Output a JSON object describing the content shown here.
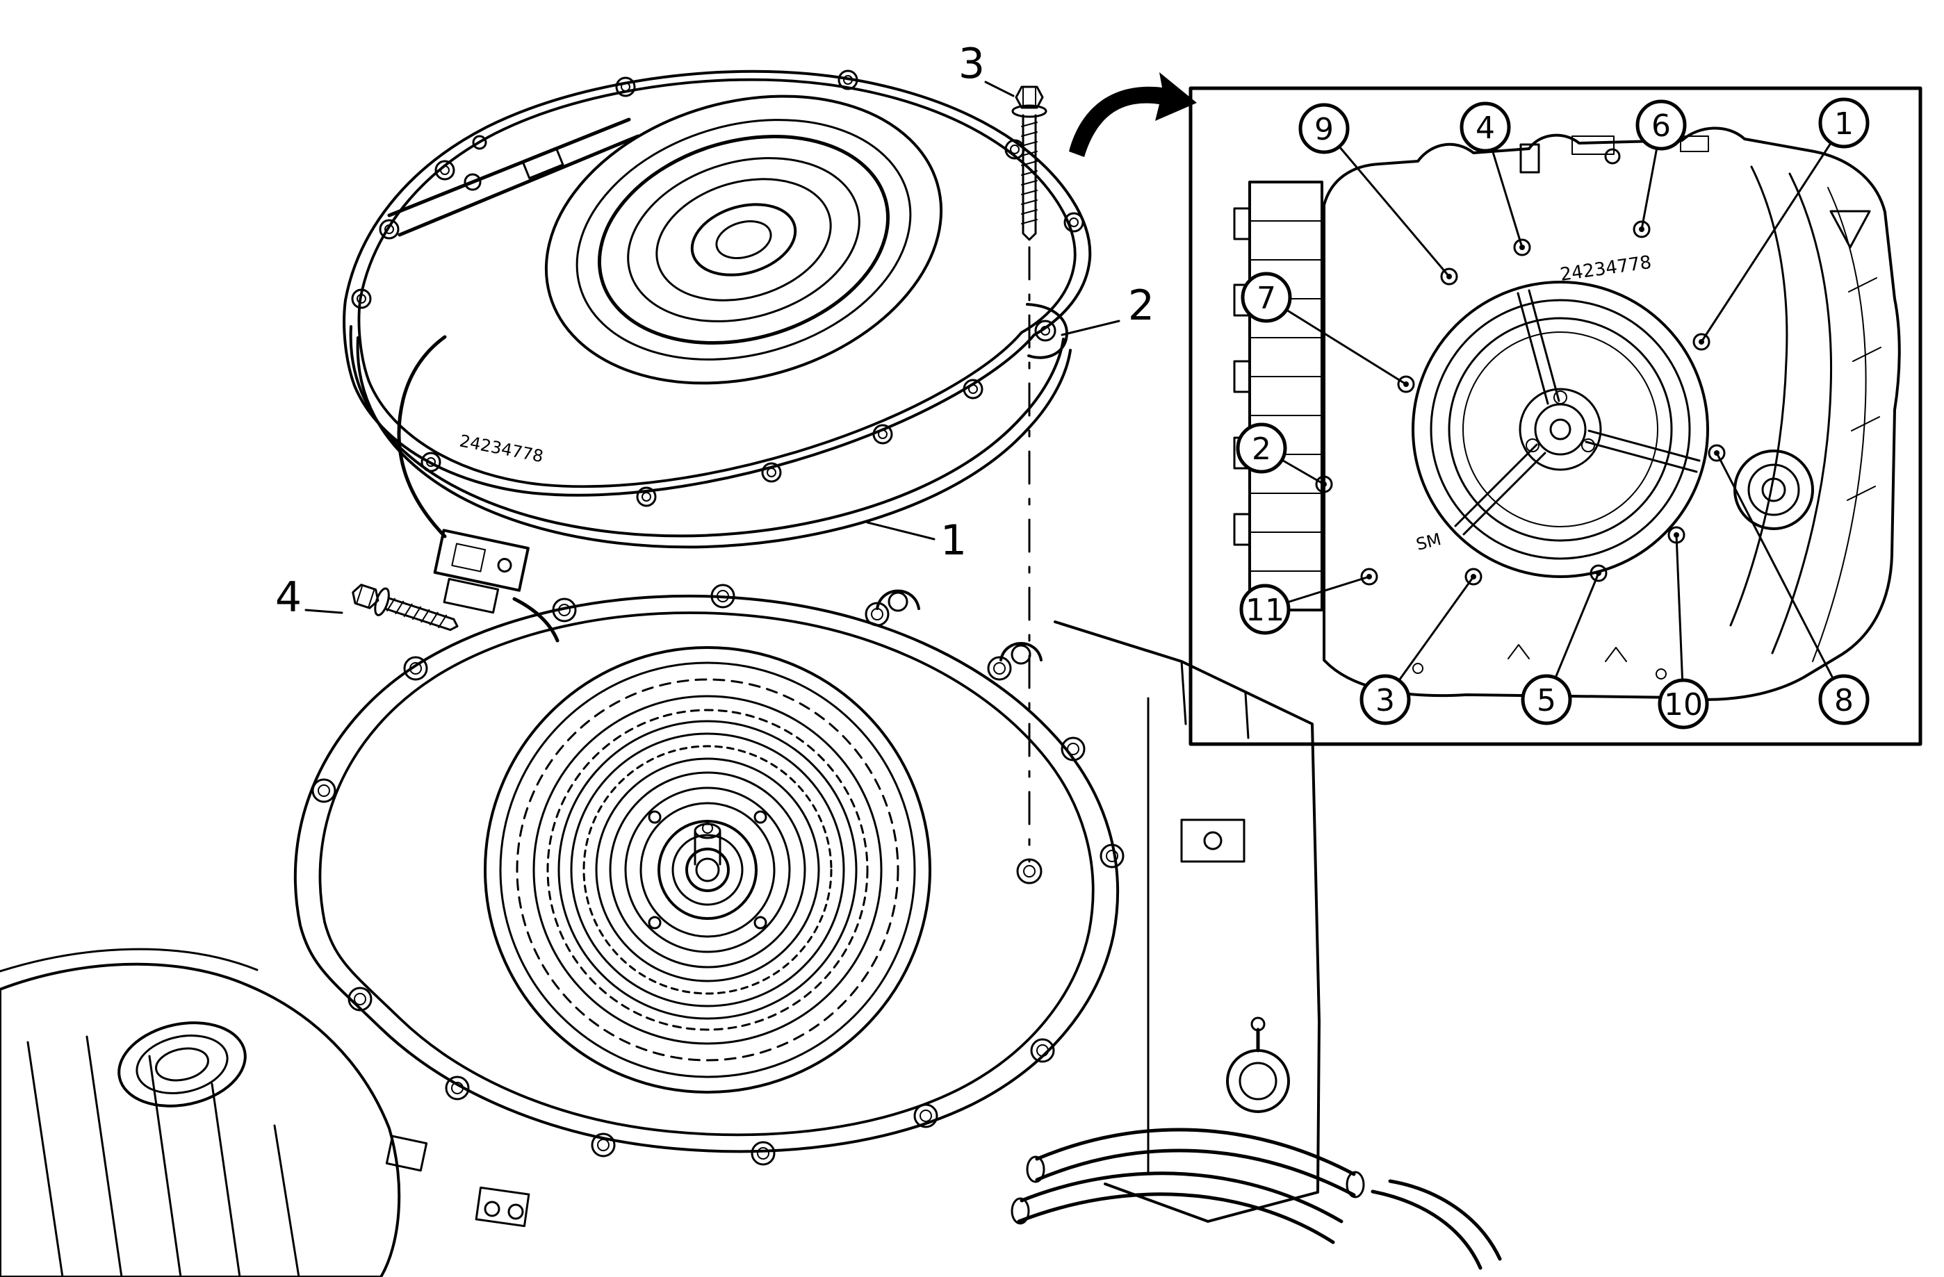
{
  "colors": {
    "line": "#000000",
    "background": "#ffffff"
  },
  "main_view": {
    "callouts": [
      {
        "label": "3"
      },
      {
        "label": "2"
      },
      {
        "label": "1"
      },
      {
        "label": "4"
      }
    ],
    "cover_marking": "24234778"
  },
  "inset": {
    "callouts": [
      {
        "label": "9"
      },
      {
        "label": "4"
      },
      {
        "label": "6"
      },
      {
        "label": "1"
      },
      {
        "label": "7"
      },
      {
        "label": "2"
      },
      {
        "label": "11"
      },
      {
        "label": "3"
      },
      {
        "label": "5"
      },
      {
        "label": "10"
      },
      {
        "label": "8"
      }
    ],
    "part_number": "24234778",
    "case_marking": "SM"
  }
}
